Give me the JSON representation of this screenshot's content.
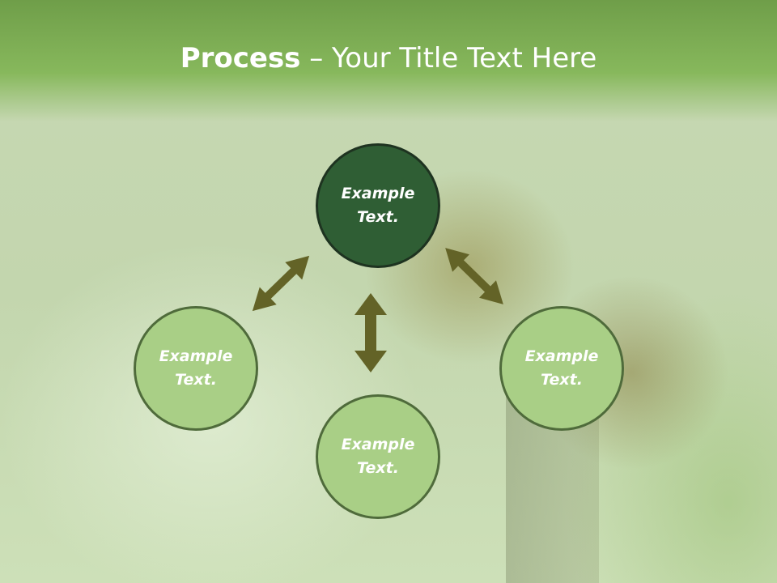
{
  "title": {
    "bold": "Process",
    "rest": " – Your Title Text Here"
  },
  "nodes": [
    {
      "id": "top",
      "label": "Example Text."
    },
    {
      "id": "left",
      "label": "Example Text."
    },
    {
      "id": "bottom",
      "label": "Example Text."
    },
    {
      "id": "right",
      "label": "Example Text."
    }
  ],
  "colors": {
    "header": "#87b85c",
    "center_node": "#2f5e34",
    "outer_node": "#a9cf86",
    "arrow": "#636327"
  }
}
